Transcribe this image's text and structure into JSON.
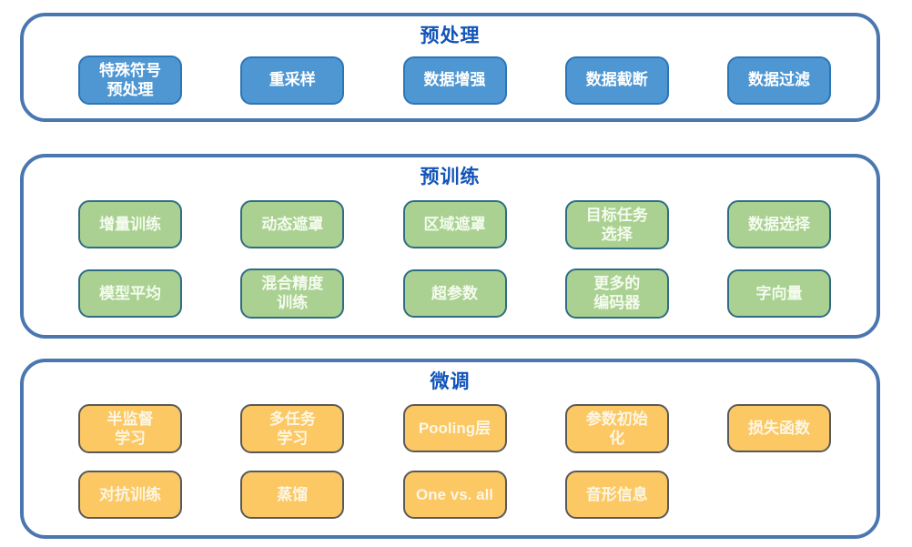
{
  "colors": {
    "frame": "#4a77b0",
    "title": "#1254b8",
    "blue_fill": "#4e97d3",
    "blue_border": "#2e75b6",
    "green_fill": "#aad191",
    "green_border": "#2e6d85",
    "orange_fill": "#fbc863",
    "orange_border": "#595959"
  },
  "sections": [
    {
      "title": "预处理",
      "rows": [
        {
          "cells": [
            "特殊符号\n预处理",
            "重采样",
            "数据增强",
            "数据截断",
            "数据过滤"
          ]
        }
      ]
    },
    {
      "title": "预训练",
      "rows": [
        {
          "cells": [
            "增量训练",
            "动态遮罩",
            "区域遮罩",
            "目标任务\n选择",
            "数据选择"
          ]
        },
        {
          "cells": [
            "模型平均",
            "混合精度\n训练",
            "超参数",
            "更多的\n编码器",
            "字向量"
          ]
        }
      ]
    },
    {
      "title": "微调",
      "rows": [
        {
          "cells": [
            "半监督\n学习",
            "多任务\n学习",
            "Pooling层",
            "参数初始\n化",
            "损失函数"
          ]
        },
        {
          "cells": [
            "对抗训练",
            "蒸馏",
            "One vs. all",
            "音形信息"
          ]
        }
      ]
    }
  ]
}
